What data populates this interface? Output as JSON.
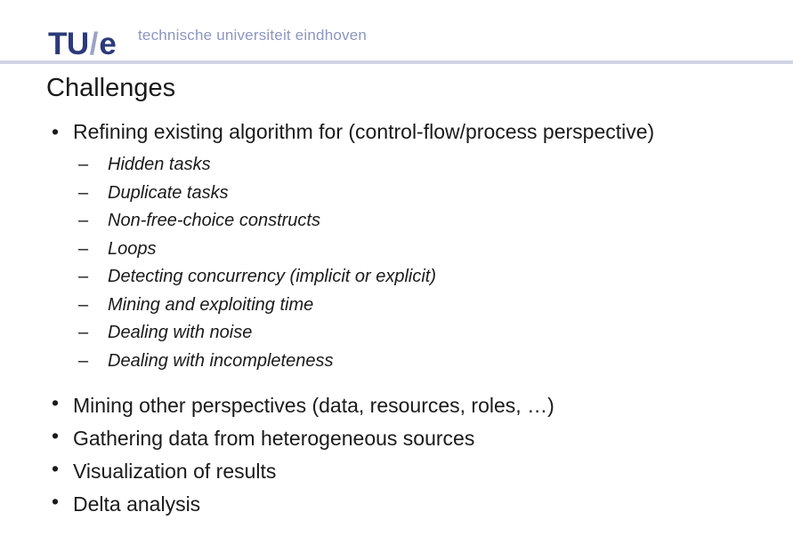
{
  "header": {
    "logo_tu": "TU",
    "logo_slash": "/",
    "logo_e": "e",
    "tagline": "technische universiteit eindhoven",
    "accent_color": "#2b3a7a",
    "rule_color": "#cfd3e4"
  },
  "slide": {
    "title": "Challenges",
    "bullet_glyph": "•",
    "dash_glyph": "–",
    "top_bullets": [
      "Refining existing algorithm for (control-flow/process perspective)"
    ],
    "sub_bullets": [
      "Hidden tasks",
      "Duplicate tasks",
      "Non-free-choice constructs",
      "Loops",
      "Detecting concurrency (implicit or explicit)",
      "Mining and exploiting time",
      "Dealing with noise",
      "Dealing with incompleteness"
    ],
    "bottom_bullets": [
      "Mining other perspectives (data, resources, roles, …)",
      "Gathering data from heterogeneous sources",
      "Visualization of results",
      "Delta analysis"
    ]
  }
}
